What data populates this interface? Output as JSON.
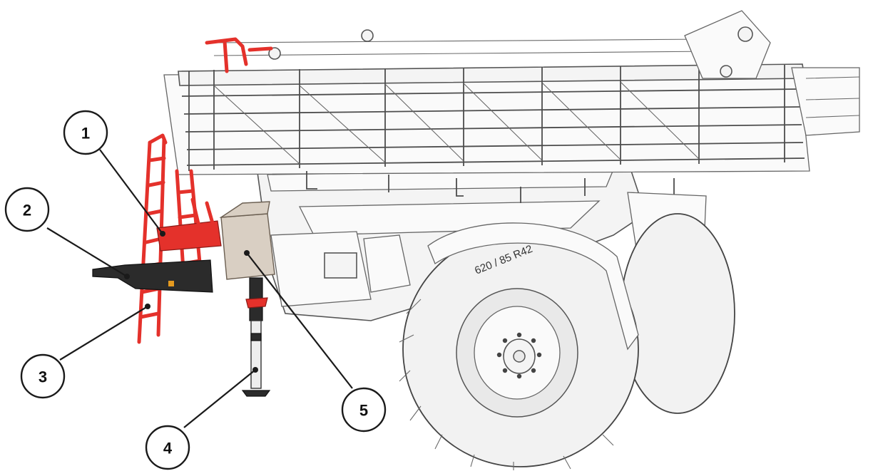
{
  "diagram": {
    "tyre_marking": "620 / 85 R42",
    "callouts": [
      {
        "number": "1"
      },
      {
        "number": "2"
      },
      {
        "number": "3"
      },
      {
        "number": "4"
      },
      {
        "number": "5"
      }
    ]
  },
  "colors": {
    "accent_red": "#e4312b",
    "outline": "#1a1a1a",
    "box": "#d9cfc3"
  }
}
